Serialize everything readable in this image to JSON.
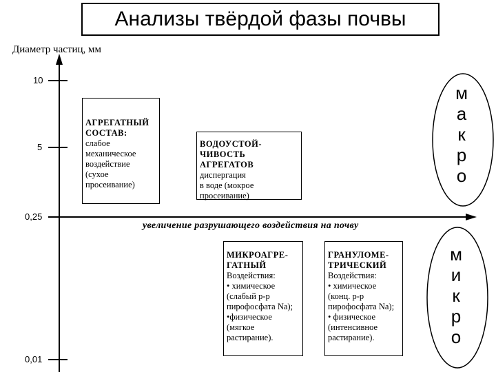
{
  "title": "Анализы твёрдой фазы почвы",
  "y_axis_label": "Диаметр частиц, мм",
  "y_ticks": [
    "10",
    "5",
    "0,25",
    "0,01"
  ],
  "x_axis_label": "увеличение разрушающего воздействия на почву",
  "boxes": {
    "aggregate": {
      "head": [
        "АГРЕГАТНЫЙ",
        "СОСТАВ:"
      ],
      "body": [
        "слабое",
        "механическое",
        "воздействие",
        "(сухое",
        "просеивание)"
      ]
    },
    "water": {
      "head": [
        "ВОДОУСТОЙ-",
        "ЧИВОСТЬ АГРЕГАТОВ"
      ],
      "body": [
        "диспергация",
        "в воде (мокрое",
        "просеивание)"
      ]
    },
    "micro": {
      "head": [
        "МИКРОАГРЕ-",
        "ГАТНЫЙ"
      ],
      "body": [
        "Воздействия:",
        "• химическое",
        "(слабый р-р",
        "пирофосфата Na);",
        "•физическое",
        "(мягкое",
        "растирание)."
      ]
    },
    "granulo": {
      "head": [
        "ГРАНУЛОМЕ-",
        "ТРИЧЕСКИЙ"
      ],
      "body": [
        "Воздействия:",
        "• химическое",
        "(конц. р-р",
        "пирофосфата Na);",
        "• физическое",
        "(интенсивное",
        "растирание)."
      ]
    }
  },
  "macro_letters": [
    "м",
    "а",
    "к",
    "р",
    "о"
  ],
  "micro_letters": [
    "м",
    "и",
    "к",
    "р",
    "о"
  ]
}
